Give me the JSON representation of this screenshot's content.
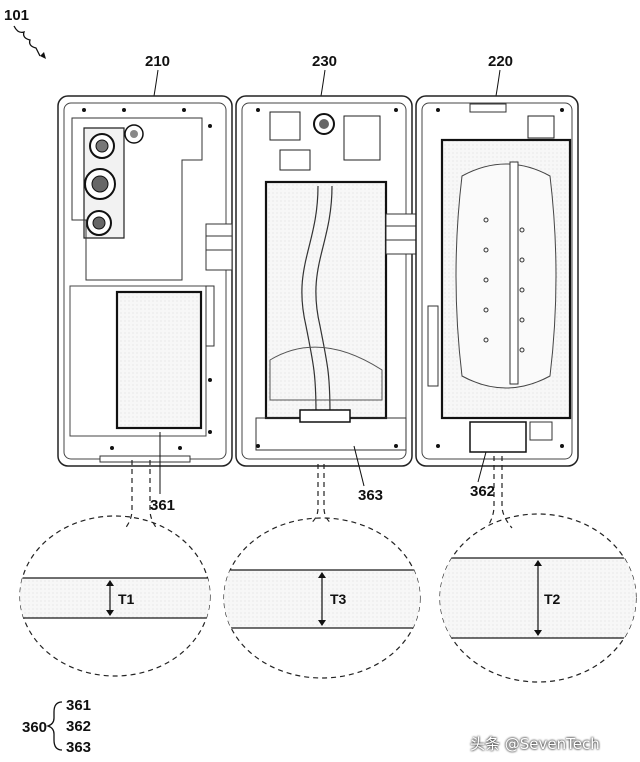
{
  "figure": {
    "ref_main": "101",
    "panels": [
      {
        "label": "210"
      },
      {
        "label": "230"
      },
      {
        "label": "220"
      }
    ],
    "flex_labels": [
      "361",
      "363",
      "362"
    ],
    "thickness_labels": [
      "T1",
      "T3",
      "T2"
    ],
    "group": {
      "label": "360",
      "members": [
        "361",
        "362",
        "363"
      ]
    }
  },
  "watermark": "头条 @SevenTech"
}
